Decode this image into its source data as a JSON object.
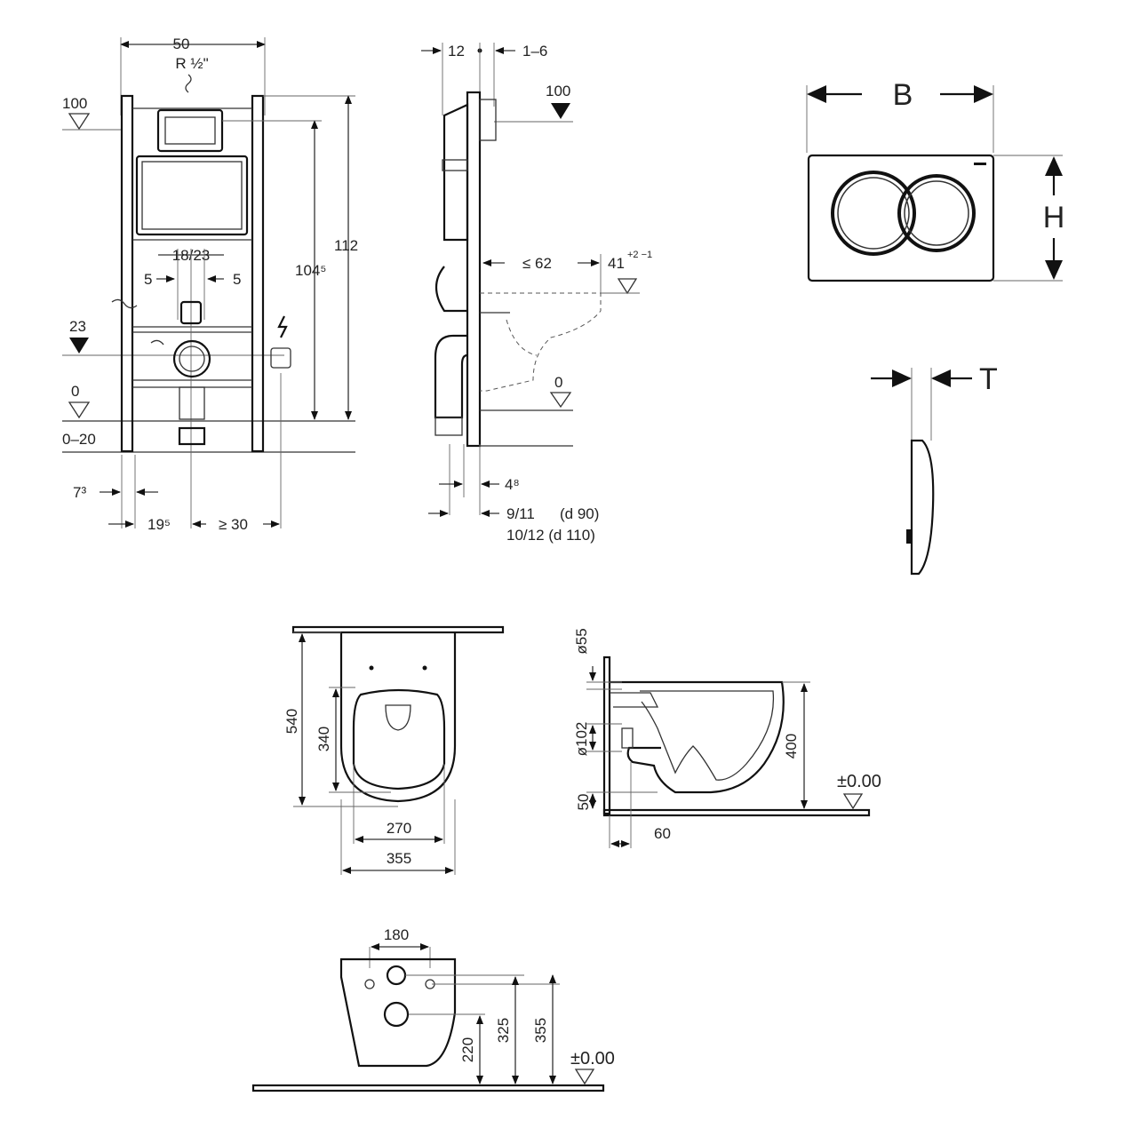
{
  "frame_front": {
    "width": "50",
    "pipe": "R ½\"",
    "level_top": "100",
    "level_mid": "23",
    "level_floor": "0",
    "floor_range": "0–20",
    "height_total": "112",
    "height_inner": "104⁵",
    "spacing_center": "18/23",
    "spacing_left": "5",
    "spacing_right": "5",
    "offset_left": "7³",
    "offset_mid": "19⁵",
    "offset_right": "≥ 30"
  },
  "frame_side": {
    "top_a": "12",
    "top_b": "1–6",
    "level_top": "100",
    "depth": "≤ 62",
    "height_bowl": "41",
    "height_tol": "+2 −1",
    "level_floor": "0",
    "bottom_a": "4⁸",
    "bottom_b": "9/11",
    "bottom_b_note": "(d 90)",
    "bottom_c": "10/12 (d 110)"
  },
  "plate": {
    "width_label": "B",
    "height_label": "H",
    "thickness_label": "T"
  },
  "bowl_top": {
    "length": "540",
    "seat_length": "340",
    "seat_width": "270",
    "width": "355"
  },
  "bowl_side": {
    "outlet_dia": "ø55",
    "pipe_dia": "ø102",
    "height": "400",
    "floor": "±0.00",
    "bottom": "50",
    "offset": "60"
  },
  "bowl_back": {
    "bolt_spacing": "180",
    "h1": "220",
    "h2": "325",
    "h3": "355",
    "floor": "±0.00"
  }
}
